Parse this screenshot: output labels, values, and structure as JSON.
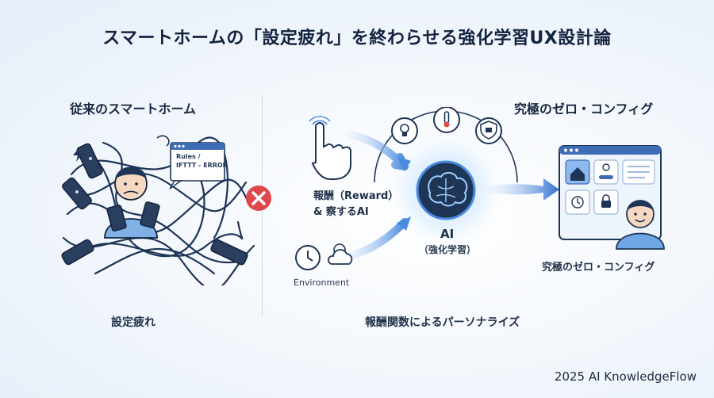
{
  "title": "スマートホームの「設定疲れ」を終わらせる強化学習UX設計論",
  "left": {
    "heading": "従来のスマートホーム",
    "popup_line1": "Rules /",
    "popup_line2": "IFTTT - ERROR",
    "caption": "設定疲れ"
  },
  "middle": {
    "reward_line1": "報酬（Reward）",
    "reward_line2": "& 察するAI",
    "ai_label": "AI",
    "ai_sublabel": "（強化学習）",
    "environment_label": "Environment",
    "caption": "報酬関数によるパーソナライズ"
  },
  "right": {
    "heading": "究極のゼロ・コンフィグ",
    "sublabel": "究極のゼロ・コンフィグ"
  },
  "footer": "2025 AI KnowledgeFlow",
  "colors": {
    "accent_blue": "#2f6fd1",
    "dark_navy": "#1e3556",
    "error_red": "#e0474c"
  }
}
